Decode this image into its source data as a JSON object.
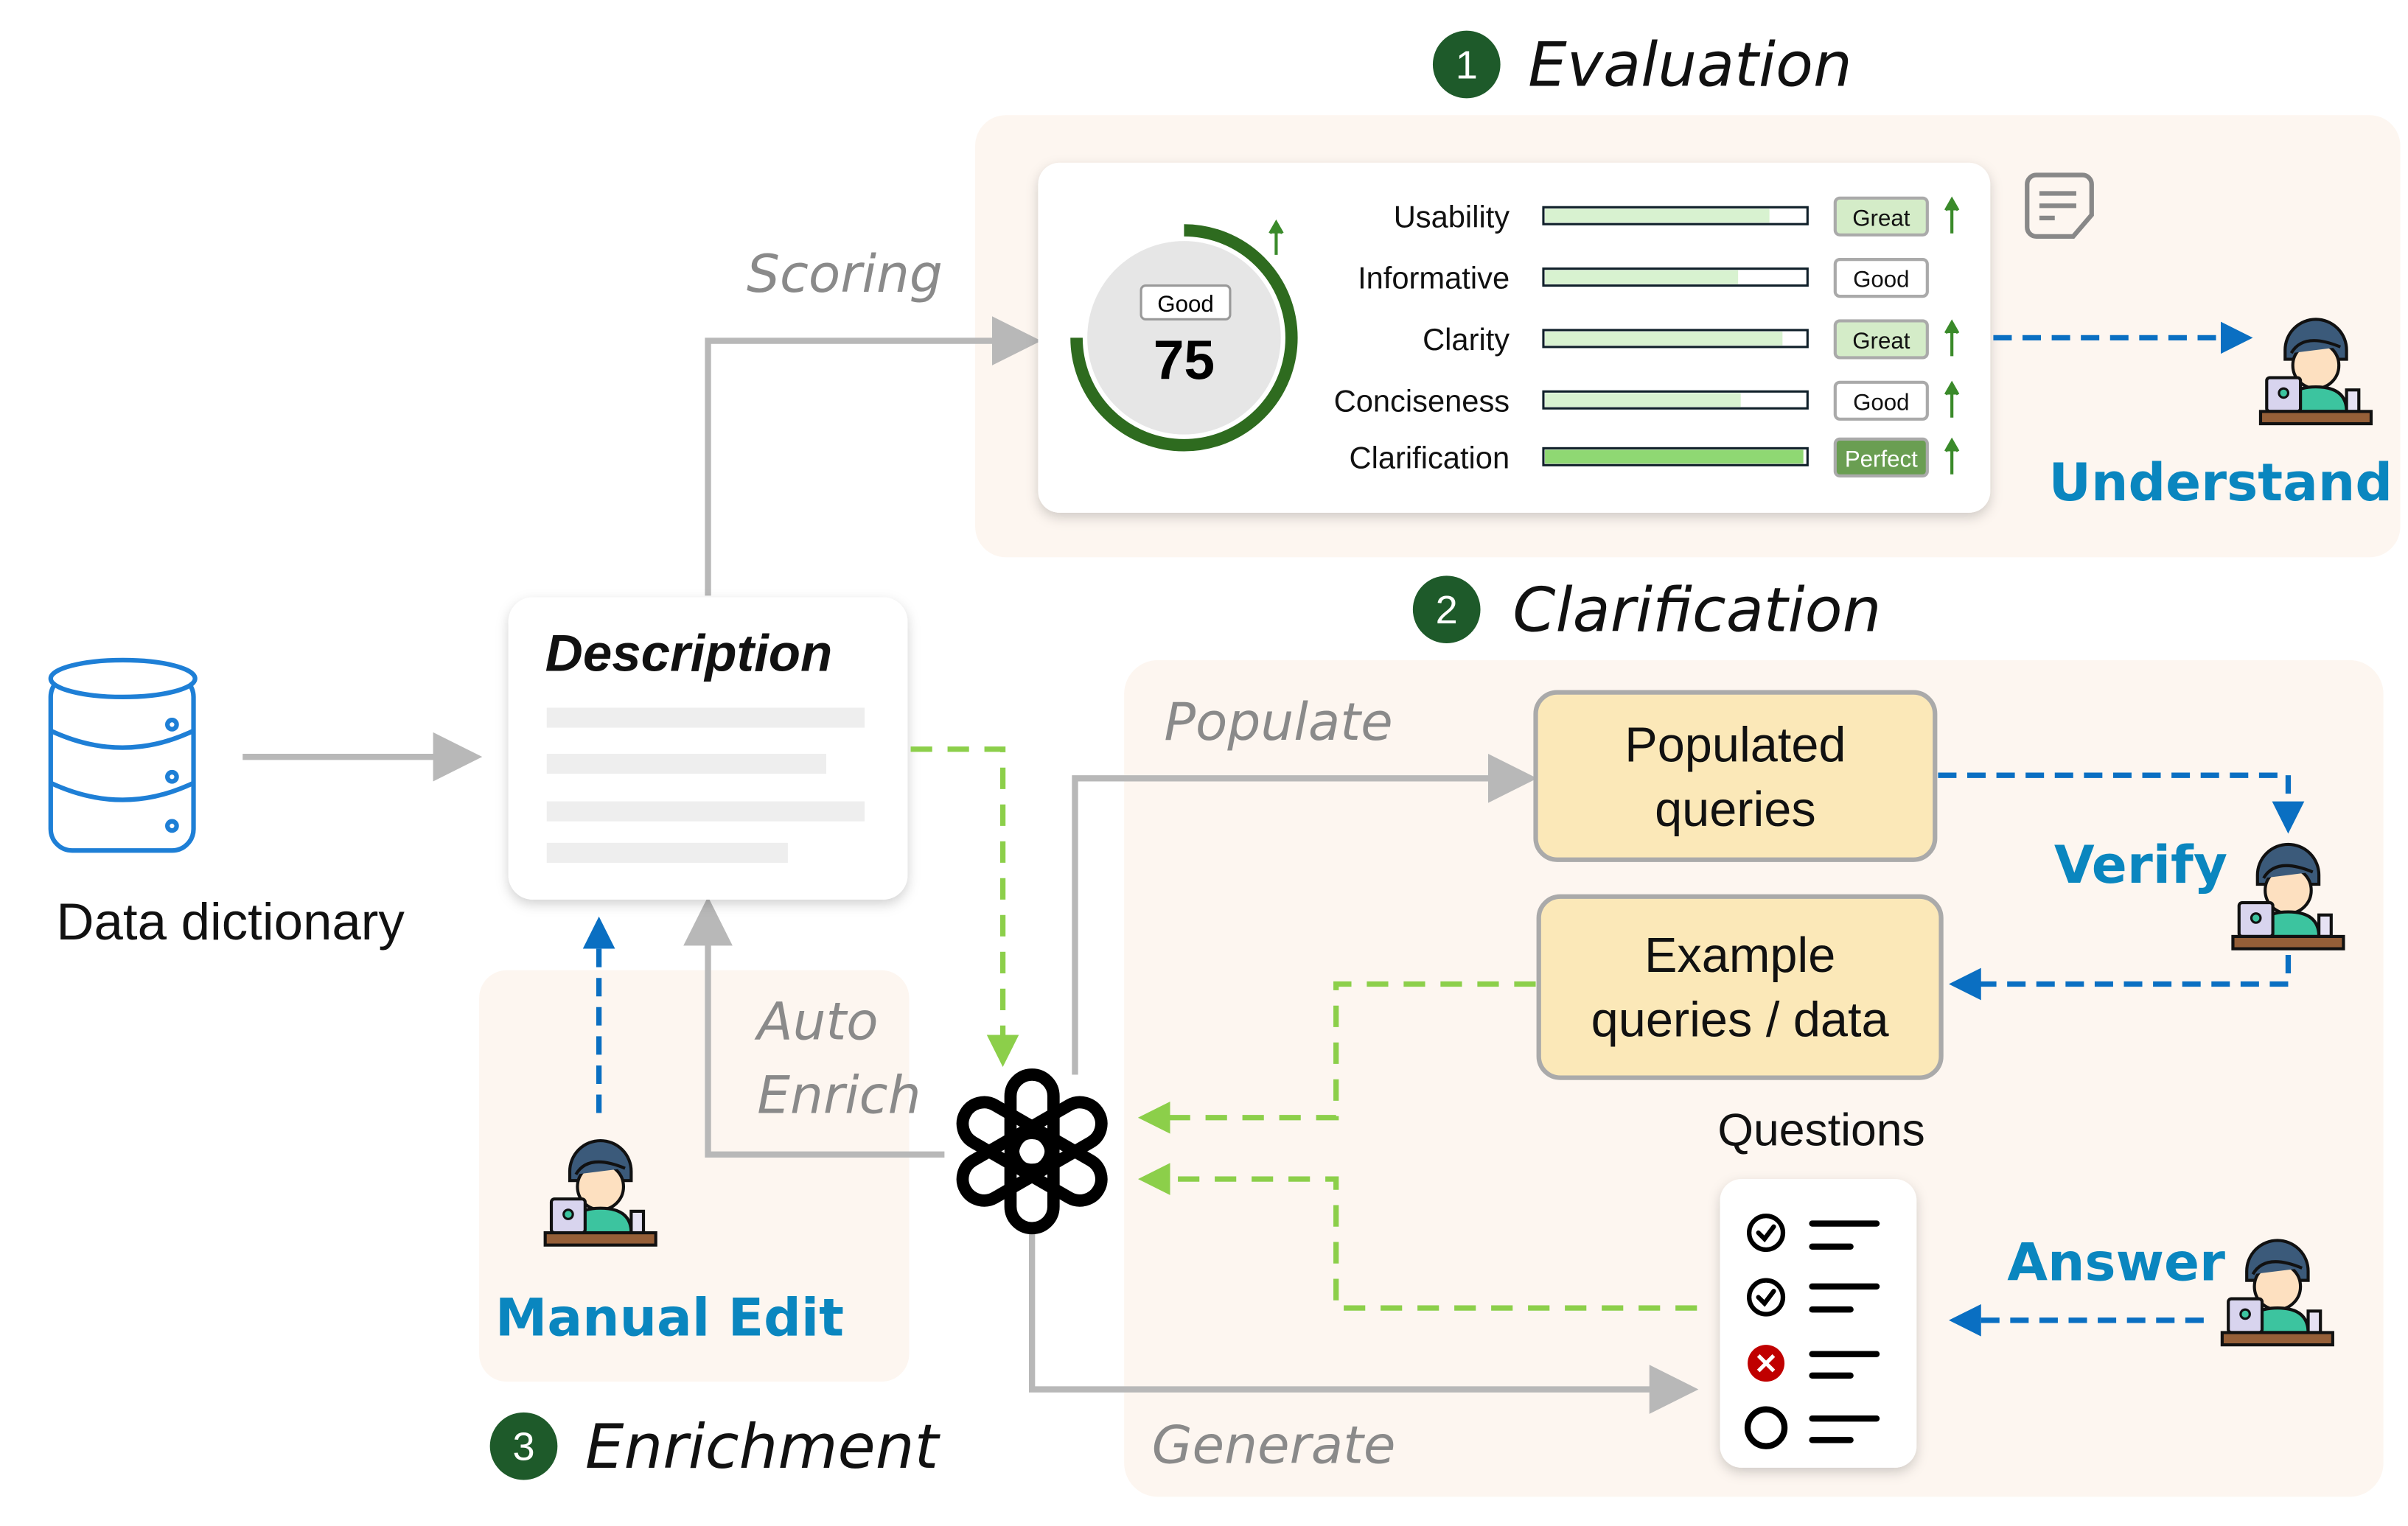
{
  "sections": [
    {
      "number": "1",
      "title": "Evaluation"
    },
    {
      "number": "2",
      "title": "Clarification"
    },
    {
      "number": "3",
      "title": "Enrichment"
    }
  ],
  "scorecard": {
    "overall_badge": "Good",
    "overall_score": "75",
    "overall_fraction": 0.75,
    "metrics": [
      {
        "label": "Usability",
        "fill": 0.86,
        "badge": "Great",
        "up": true
      },
      {
        "label": "Informative",
        "fill": 0.74,
        "badge": "Good",
        "up": false
      },
      {
        "label": "Clarity",
        "fill": 0.91,
        "badge": "Great",
        "up": true
      },
      {
        "label": "Conciseness",
        "fill": 0.75,
        "badge": "Good",
        "up": true
      },
      {
        "label": "Clarification",
        "fill": 0.99,
        "badge": "Perfect",
        "up": true
      }
    ]
  },
  "labels": {
    "scoring": "Scoring",
    "understand": "Understand",
    "description": "Description",
    "data_dictionary": "Data dictionary",
    "populate": "Populate",
    "populated_queries_1": "Populated",
    "populated_queries_2": "queries",
    "example_1": "Example",
    "example_2": "queries / data",
    "verify": "Verify",
    "questions": "Questions",
    "answer": "Answer",
    "auto_1": "Auto",
    "auto_2": "Enrich",
    "manual_edit": "Manual Edit",
    "generate": "Generate"
  },
  "colors": {
    "accent_green": "#2e6b1f",
    "blue": "#0a86bf",
    "panel": "#fdf6f0",
    "query_box": "#fbe8b8"
  }
}
